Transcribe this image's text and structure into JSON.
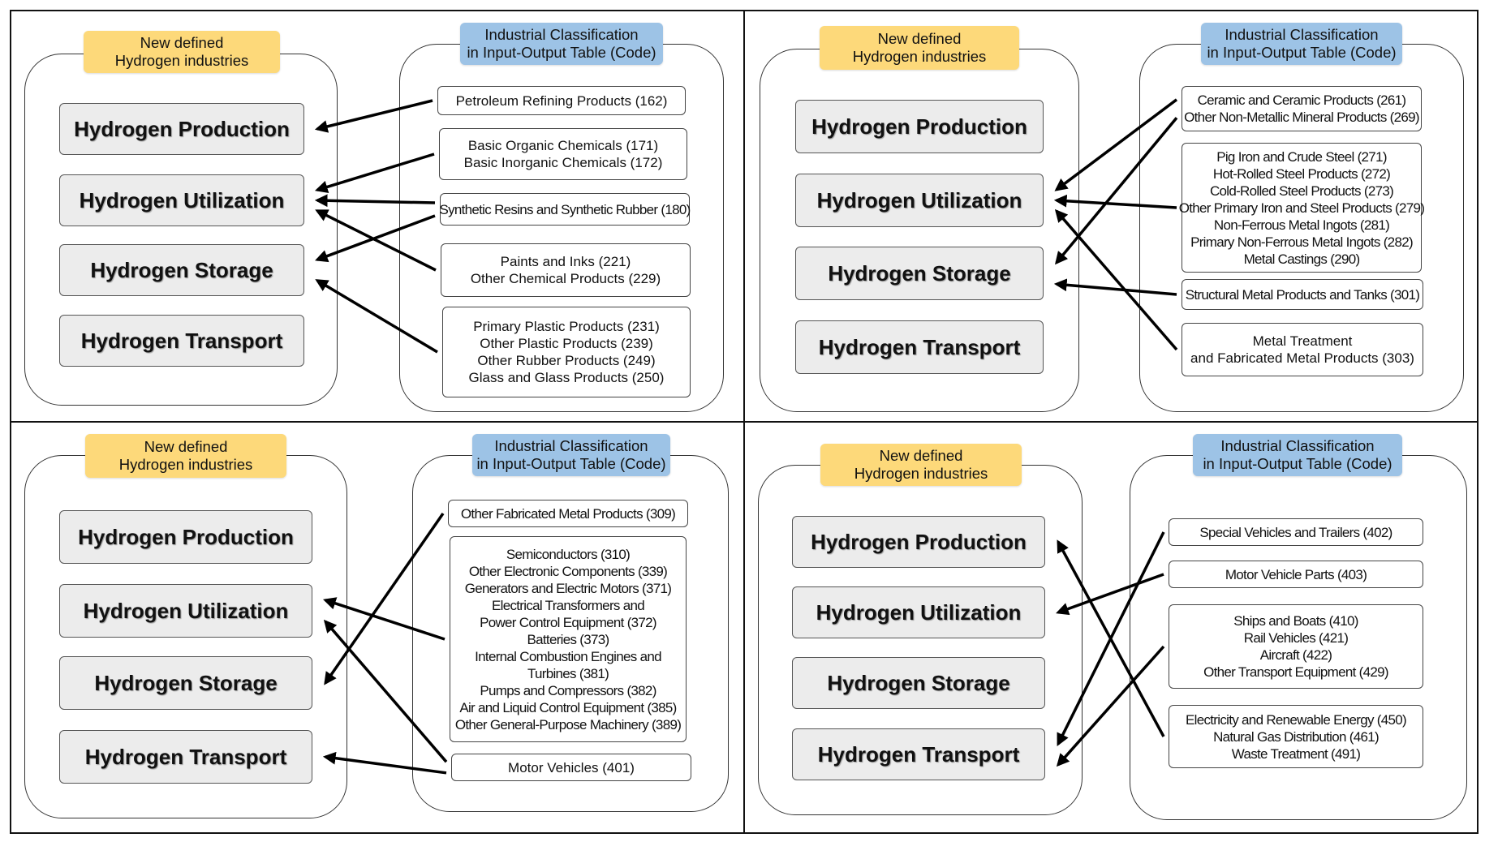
{
  "left_title": [
    "New defined",
    "Hydrogen industries"
  ],
  "right_title": [
    "Industrial Classification",
    "in Input-Output Table (Code)"
  ],
  "hydrogen": [
    "Hydrogen Production",
    "Hydrogen Utilization",
    "Hydrogen Storage",
    "Hydrogen Transport"
  ],
  "panels": [
    {
      "industries": [
        [
          "Petroleum Refining Products (162)"
        ],
        [
          "Basic Organic Chemicals (171)",
          "Basic Inorganic Chemicals (172)"
        ],
        [
          "Synthetic Resins and Synthetic Rubber (180)"
        ],
        [
          "Paints and Inks (221)",
          "Other Chemical Products (229)"
        ],
        [
          "Primary Plastic Products (231)",
          "Other Plastic Products (239)",
          "Other Rubber Products (249)",
          "Glass and Glass Products (250)"
        ]
      ],
      "links": [
        {
          "from": 0,
          "to": 0
        },
        {
          "from": 1,
          "to": 1
        },
        {
          "from": 2,
          "to": 1
        },
        {
          "from": 2,
          "to": 2
        },
        {
          "from": 3,
          "to": 1
        },
        {
          "from": 4,
          "to": 2
        }
      ]
    },
    {
      "industries": [
        [
          "Ceramic and Ceramic Products (261)",
          "Other Non-Metallic Mineral Products (269)"
        ],
        [
          "Pig Iron and Crude Steel (271)",
          "Hot-Rolled Steel Products (272)",
          "Cold-Rolled Steel Products (273)",
          "Other Primary Iron and Steel Products (279)",
          "Non-Ferrous Metal Ingots (281)",
          "Primary Non-Ferrous Metal Ingots (282)",
          "Metal Castings (290)"
        ],
        [
          "Structural Metal Products and Tanks (301)"
        ],
        [
          "Metal Treatment",
          "and Fabricated Metal Products (303)"
        ]
      ],
      "links": [
        {
          "from": 0,
          "to": 1
        },
        {
          "from": 0,
          "to": 2
        },
        {
          "from": 1,
          "to": 1
        },
        {
          "from": 2,
          "to": 2
        },
        {
          "from": 3,
          "to": 1
        }
      ]
    },
    {
      "industries": [
        [
          "Other Fabricated Metal Products (309)"
        ],
        [
          "Semiconductors (310)",
          "Other Electronic Components (339)",
          "Generators and Electric Motors (371)",
          "Electrical Transformers and",
          "Power Control Equipment (372)",
          "Batteries (373)",
          "Internal Combustion Engines and",
          "Turbines (381)",
          "Pumps and Compressors (382)",
          "Air and Liquid Control Equipment (385)",
          "Other General-Purpose Machinery (389)"
        ],
        [
          "Motor Vehicles (401)"
        ]
      ],
      "links": [
        {
          "from": 0,
          "to": 2
        },
        {
          "from": 1,
          "to": 1
        },
        {
          "from": 2,
          "to": 1
        },
        {
          "from": 2,
          "to": 3
        }
      ]
    },
    {
      "industries": [
        [
          "Special Vehicles and Trailers (402)"
        ],
        [
          "Motor Vehicle Parts (403)"
        ],
        [
          "Ships and Boats (410)",
          "Rail Vehicles (421)",
          "Aircraft (422)",
          "Other Transport Equipment (429)"
        ],
        [
          "Electricity and Renewable Energy (450)",
          "Natural Gas Distribution (461)",
          "Waste Treatment (491)"
        ]
      ],
      "links": [
        {
          "from": 0,
          "to": 3
        },
        {
          "from": 1,
          "to": 1
        },
        {
          "from": 2,
          "to": 3
        },
        {
          "from": 3,
          "to": 0
        }
      ]
    }
  ]
}
